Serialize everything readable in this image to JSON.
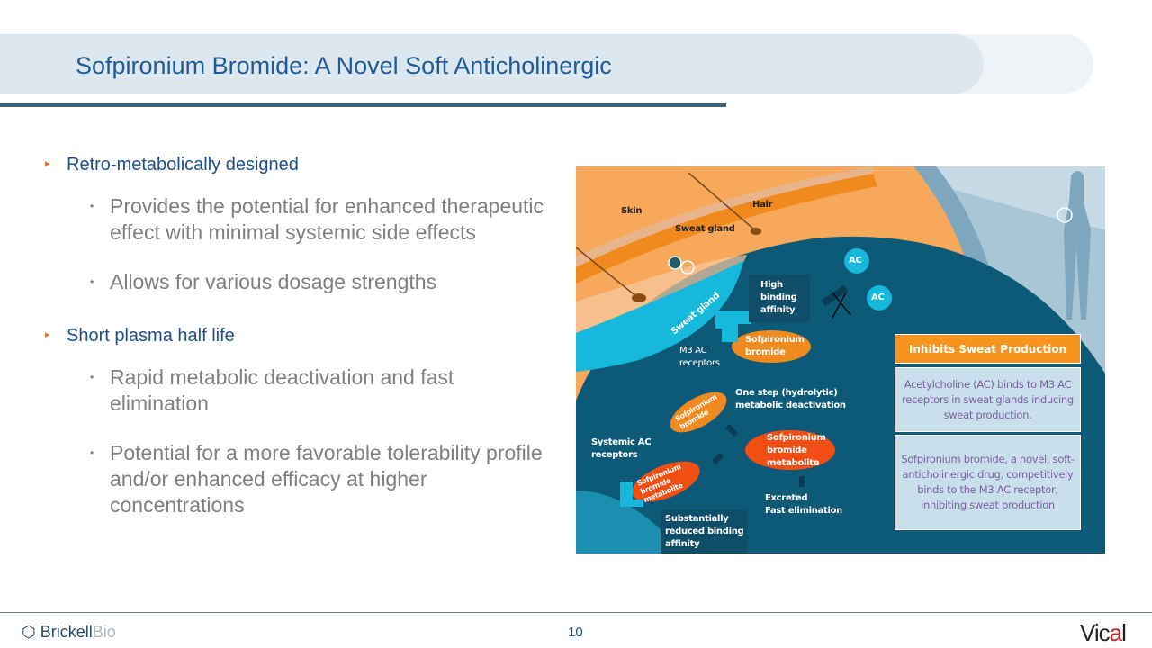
{
  "header": {
    "title": "Sofpironium Bromide: A Novel Soft Anticholinergic"
  },
  "bullets": [
    {
      "text": "Retro-metabolically designed",
      "sub": [
        "Provides the potential for enhanced therapeutic effect with minimal systemic side effects",
        "Allows for various dosage strengths"
      ]
    },
    {
      "text": "Short plasma half life",
      "sub": [
        "Rapid metabolic deactivation and fast elimination",
        "Potential for a more favorable tolerability profile and/or enhanced efficacy at higher concentrations"
      ]
    }
  ],
  "diagram": {
    "skin": "Skin",
    "hair": "Hair",
    "sweat_gland_top": "Sweat gland",
    "sweat_gland": "Sweat gland",
    "ac1": "AC",
    "ac2": "AC",
    "high_binding": "High binding affinity",
    "sofpironium": "Sofpironium bromide",
    "m3": "M3 AC receptors",
    "one_step": "One step (hydrolytic) metabolic deactivation",
    "sofp_rot": "Sofpironium bromide",
    "metabolite": "Sofpironium bromide metabolite",
    "systemic": "Systemic AC receptors",
    "metabolite_rot": "Sofpironium bromide metabolite",
    "excreted": "Excreted",
    "fast": "Fast elimination",
    "reduced": "Substantially reduced binding affinity",
    "inhibits": "Inhibits Sweat Production",
    "box1": "Acetylcholine (AC) binds to M3 AC receptors in sweat glands inducing sweat production.",
    "box2": "Sofpironium bromide, a novel, soft-anticholinergic drug, competitively binds to the M3 AC receptor, inhibiting sweat production"
  },
  "footer": {
    "logo_left_a": "Brickell",
    "logo_left_b": "Bio",
    "page": "10",
    "logo_right_a": "Vic",
    "logo_right_b": "a",
    "logo_right_c": "l"
  }
}
